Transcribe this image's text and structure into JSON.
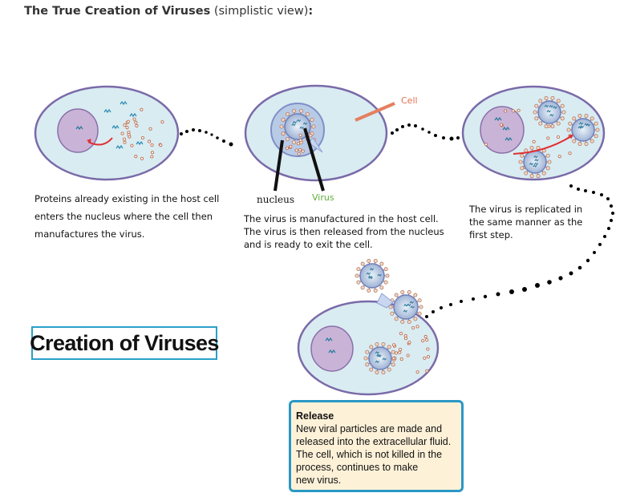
{
  "heading": {
    "bold": "The True Creation of Viruses",
    "rest": " (simplistic view)",
    "colon": ":"
  },
  "captions": {
    "step1": [
      "Proteins already existing in the host cell",
      "enters the nucleus where the cell then",
      "manufactures the virus."
    ],
    "step2": [
      "The virus is manufactured in the host cell.",
      "The virus is then released from the nucleus",
      "and is ready to exit the cell."
    ],
    "step3": [
      "The virus is replicated in",
      "the same manner as the",
      "first step."
    ]
  },
  "labels": {
    "nucleus": "nucleus",
    "virus": "Virus",
    "cell": "Cell"
  },
  "title_box": "Creation of Viruses",
  "release": {
    "title": "Release",
    "lines": [
      "New viral particles are made and",
      "released into the extracellular fluid.",
      "The cell, which is not killed in the",
      "process, continues to make",
      "new virus."
    ]
  },
  "colors": {
    "cell_fill": "#d9ecf2",
    "cell_stroke": "#7a6aa8",
    "nucleus_fill": "#c9b4d8",
    "arrow": "#e03030",
    "virus_spike": "#d8a080",
    "box_border": "#2aa0c8",
    "release_fill": "#fdf1d8"
  }
}
